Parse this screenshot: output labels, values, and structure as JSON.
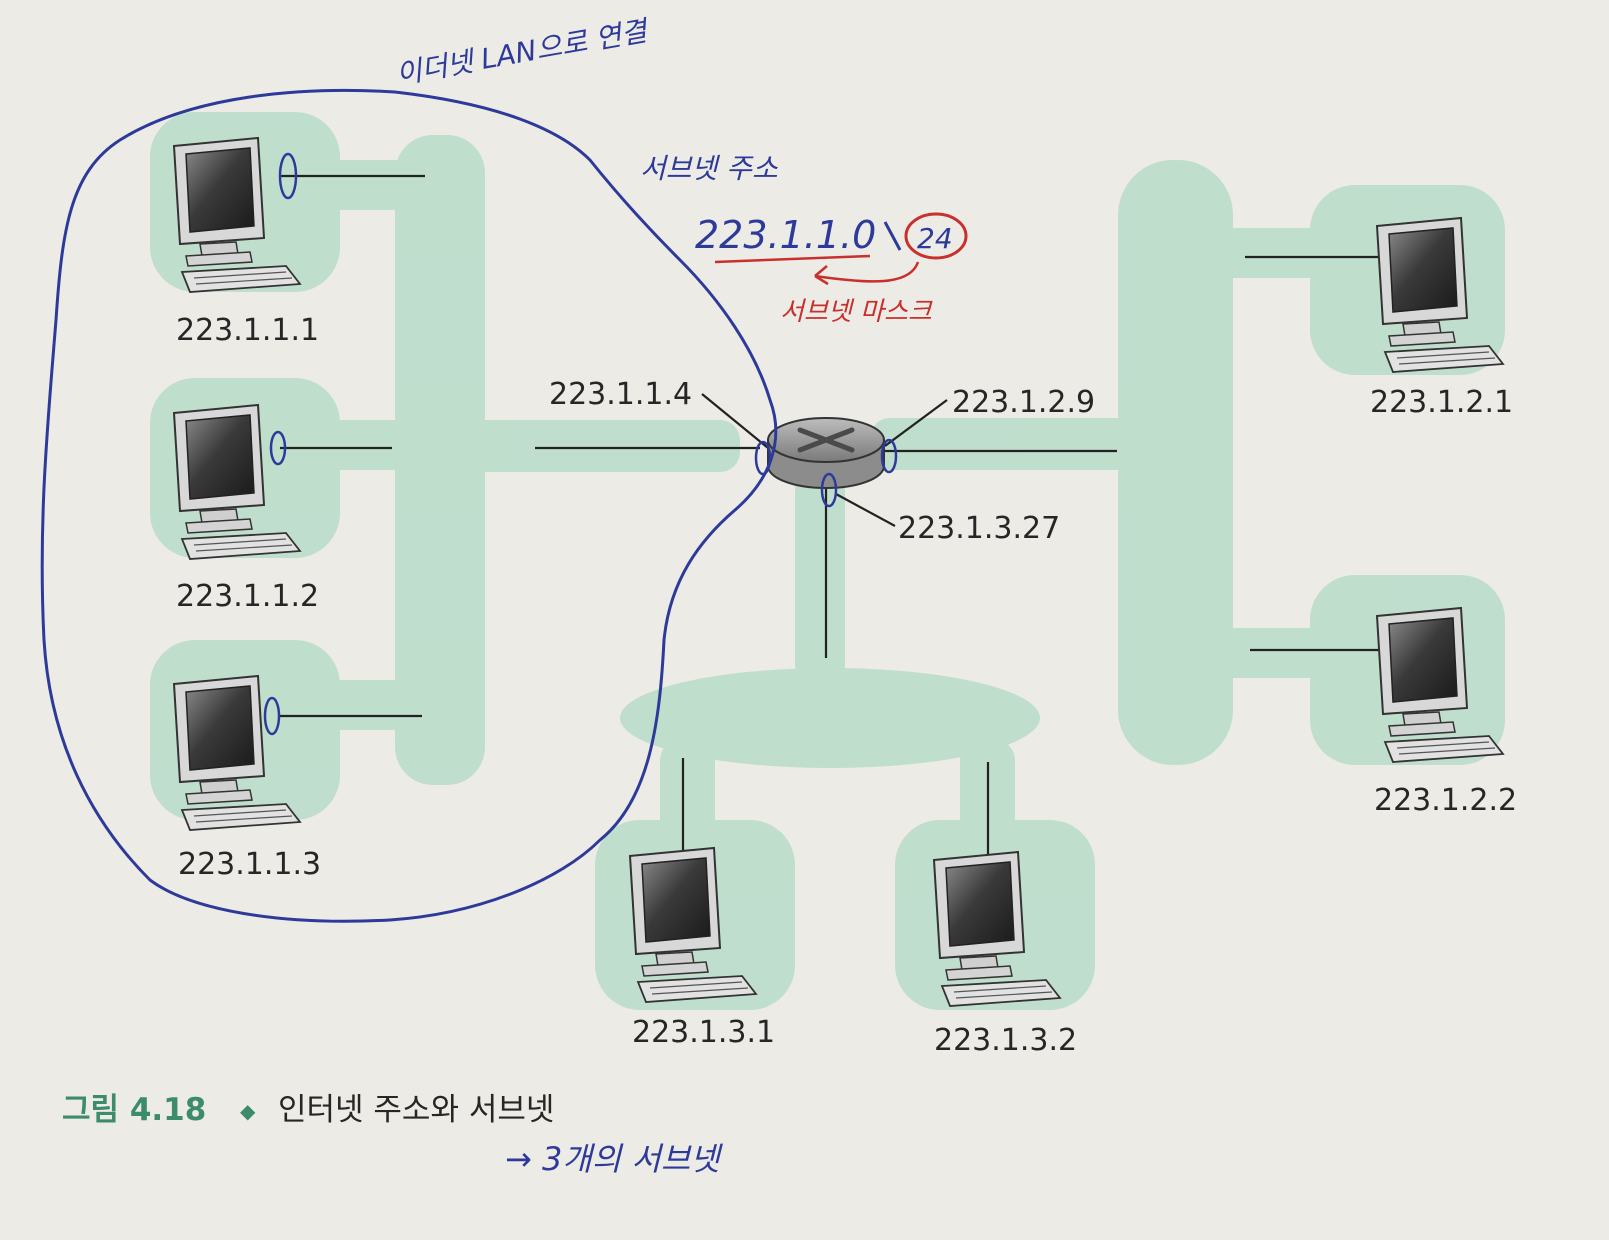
{
  "figure": {
    "caption_number": "그림 4.18",
    "caption_bullet": "◆",
    "caption_title": "인터넷 주소와 서브넷"
  },
  "router": {
    "interfaces": [
      "223.1.1.4",
      "223.1.2.9",
      "223.1.3.27"
    ]
  },
  "hosts": {
    "subnet_1": [
      "223.1.1.1",
      "223.1.1.2",
      "223.1.1.3"
    ],
    "subnet_2": [
      "223.1.2.1",
      "223.1.2.2"
    ],
    "subnet_3": [
      "223.1.3.1",
      "223.1.3.2"
    ]
  },
  "annotations": {
    "ethernet_lan_note": "이더넷 LAN으로 연결",
    "subnet_address_note": "서브넷 주소",
    "subnet_address": "223.1.1.0",
    "subnet_prefix": "24",
    "subnet_mask_note": "서브넷 마스크",
    "three_subnets_note": "→ 3개의 서브넷"
  },
  "colors": {
    "subnet_fill": "#b8dcc8",
    "ink_blue": "#2e3a9a",
    "ink_red": "#c9302c",
    "caption_green": "#3c8c6a",
    "line": "#222222"
  }
}
